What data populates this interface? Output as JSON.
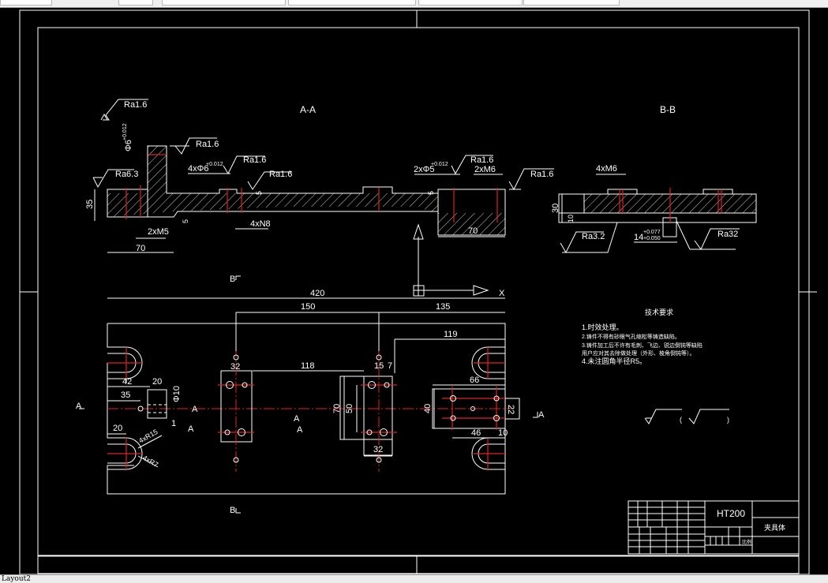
{
  "window": {
    "layout_tab": "Layout2"
  },
  "drawing": {
    "colors": {
      "background": "#000000",
      "lines": "#ffffff",
      "centerlines": "#e02020"
    },
    "section_aa": {
      "title": "A-A",
      "roughness": [
        "Ra1.6",
        "Ra1.6",
        "Ra6.3",
        "Ra1.6",
        "Ra1.6",
        "Ra1.6",
        "Ra1.6"
      ],
      "dims": {
        "height": "35",
        "len_left": "70",
        "len_right": "70",
        "holes_m5": "2xM5",
        "holes_n8": "4xN8",
        "holes_phi6": "4xΦ6",
        "holes_phi6_tol": "+0.012",
        "holes_phi5": "2xΦ5",
        "holes_phi5_tol": "+0.012",
        "holes_m6": "2xM6",
        "phi6_vertical": "Φ6",
        "phi6_vertical_tol": "+0.012",
        "step": "5",
        "step2": "5",
        "step3": "5"
      }
    },
    "section_bb": {
      "title": "B-B",
      "roughness": [
        "Ra3.2",
        "Ra32"
      ],
      "dims": {
        "height": "30",
        "inner": "10",
        "holes": "4xM6",
        "slot": "14",
        "slot_tol_upper": "+0.077",
        "slot_tol_lower": "+0.050"
      }
    },
    "plan_view": {
      "section_markers": {
        "b_top": "B",
        "b_bottom": "B",
        "a_left": "A",
        "a_right": "A",
        "a_mid1": "A",
        "a_mid2": "A",
        "a_mid3": "A",
        "a_mid4": "A"
      },
      "dims": {
        "overall": "420",
        "d150": "150",
        "d135": "135",
        "d119": "119",
        "d118": "118",
        "d32_top": "32",
        "d32_bottom": "32",
        "d15": "15",
        "d7": "7",
        "d70": "70",
        "d50": "50",
        "d40": "40",
        "d66": "66",
        "d46": "46",
        "d10": "10",
        "d22": "22",
        "d42": "42",
        "d20_top": "20",
        "d35": "35",
        "d20_bottom": "20",
        "phi10": "Φ10",
        "d1": "1",
        "r15": "4xR15",
        "r7": "4xR7"
      }
    },
    "tech_requirements": {
      "title": "技术要求",
      "items": [
        "1.时效处理。",
        "2.铸件不得有砂眼气孔缩松等铸造缺陷。",
        "3.铸件加工后不许有毛刺、飞边、锐边倒钝等缺陷",
        "  用户应对其去除做处理（外形、棱角倒钝等）。",
        "4.未注圆角半径R5。"
      ]
    },
    "roughness_symbols": {
      "left_paren": "(",
      "right_paren": ")"
    },
    "title_block": {
      "material": "HT200",
      "part_name": "夹具体",
      "scale_label": "比例"
    },
    "ucs": {
      "x_label": "X"
    }
  }
}
